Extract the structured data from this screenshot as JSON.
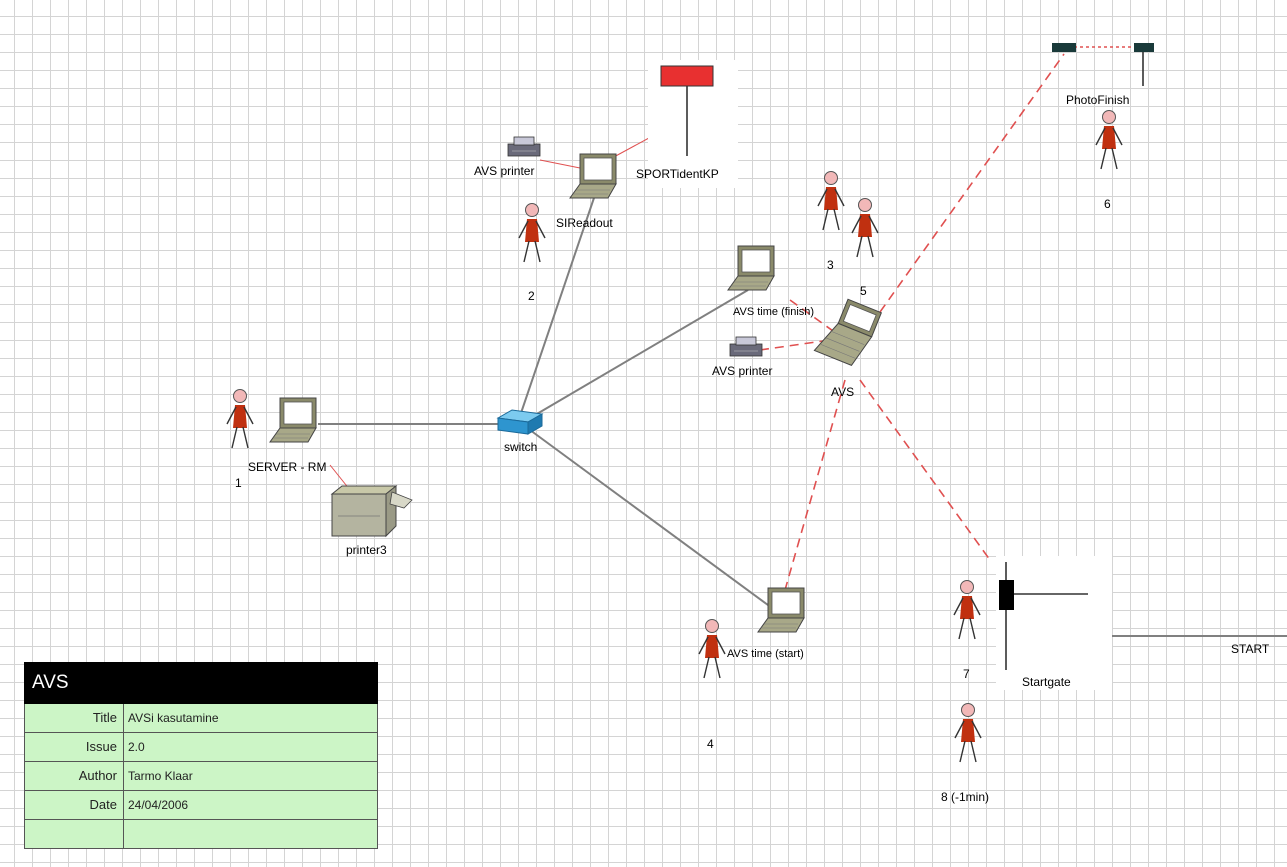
{
  "nodes": {
    "server": "SERVER - RM",
    "printer3": "printer3",
    "switch": "switch",
    "sireadout": "SIReadout",
    "avs_printer_top": "AVS printer",
    "sportident": "SPORTidentKP",
    "avs_time_finish": "AVS time (finish)",
    "avs_printer_mid": "AVS printer",
    "avs": "AVS",
    "avs_time_start": "AVS time (start)",
    "photofinish": "PhotoFinish",
    "startgate": "Startgate",
    "start": "START"
  },
  "persons": {
    "p1": "1",
    "p2": "2",
    "p3": "3",
    "p4": "4",
    "p5": "5",
    "p6": "6",
    "p7": "7",
    "p8": "8 (-1min)"
  },
  "title_block": {
    "header": "AVS",
    "rows": [
      {
        "key": "Title",
        "value": "AVSi kasutamine"
      },
      {
        "key": "Issue",
        "value": "2.0"
      },
      {
        "key": "Author",
        "value": "Tarmo Klaar"
      },
      {
        "key": "Date",
        "value": "24/04/2006"
      },
      {
        "key": "",
        "value": ""
      }
    ]
  },
  "colors": {
    "grid": "#d4d4d4",
    "wire": "#808080",
    "wireless": "#e05050",
    "person_body": "#c03010",
    "person_head": "#f2b8b8",
    "flag": "#e83030",
    "switch": "#40a8e0",
    "table_header": "#000000",
    "table_row": "#ccf5c6"
  }
}
